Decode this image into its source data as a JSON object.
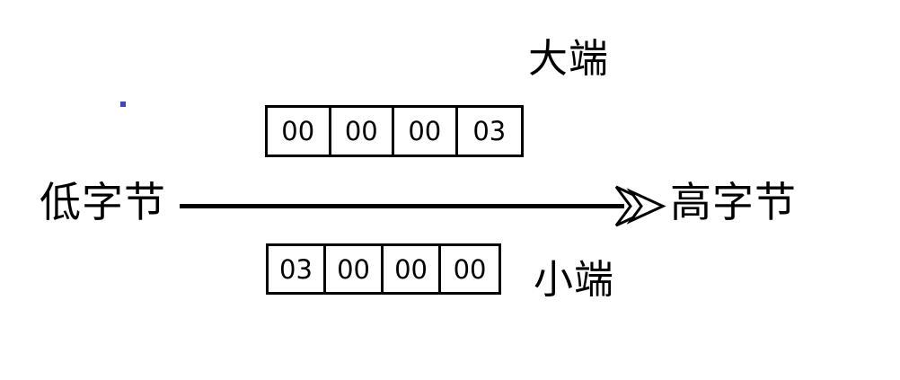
{
  "diagram": {
    "title_big_endian": "大端",
    "title_small_endian": "小端",
    "axis_left_label": "低字节",
    "axis_right_label": "高字节",
    "arrow_direction": "left-to-right",
    "arrow_head_style": "double-chevron-outline",
    "colors": {
      "stroke": "#000000",
      "background": "#ffffff",
      "text": "#000000",
      "marker": "#3b45c8"
    },
    "rows": [
      {
        "name": "big-endian-row",
        "label": "大端",
        "cells": [
          "00",
          "00",
          "00",
          "03"
        ]
      },
      {
        "name": "little-endian-row",
        "label": "小端",
        "cells": [
          "03",
          "00",
          "00",
          "00"
        ]
      }
    ]
  }
}
